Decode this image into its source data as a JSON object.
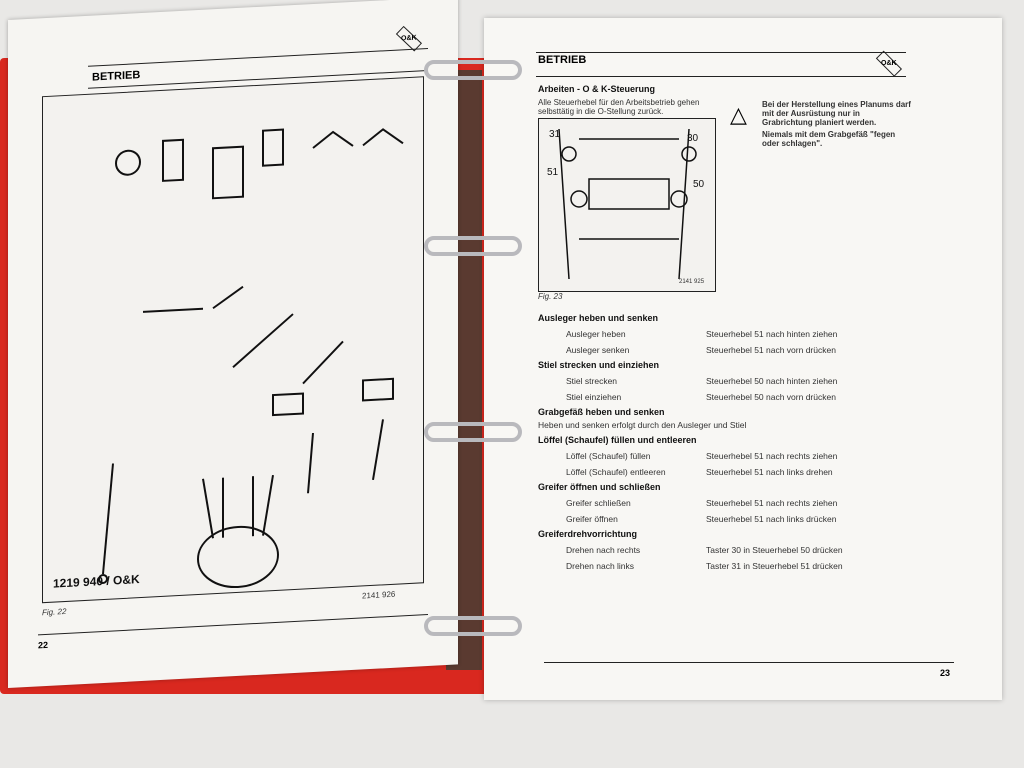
{
  "left_page": {
    "header": "BETRIEB",
    "logo": "O&K",
    "part_number": "1219 940 / O&K",
    "figure_label": "Fig. 22",
    "figure_code": "2141 926",
    "page_number": "22"
  },
  "right_page": {
    "header": "BETRIEB",
    "logo": "O&K",
    "section_title": "Arbeiten - O & K-Steuerung",
    "intro": "Alle Steuerhebel für den Arbeitsbetrieb gehen selbsttätig in die O-Stellung zurück.",
    "warning": [
      "Bei der Herstellung eines Planums darf mit der Ausrüstung nur in Grabrichtung planiert werden.",
      "Niemals mit dem Grabgefäß \"fegen oder schlagen\"."
    ],
    "figure_callouts": [
      "31",
      "30",
      "51",
      "50"
    ],
    "figure_label": "Fig. 23",
    "figure_code": "2141 925",
    "page_number": "23",
    "sections": [
      {
        "title": "Ausleger heben und senken",
        "rows": [
          [
            "Ausleger heben",
            "Steuerhebel 51 nach hinten ziehen"
          ],
          [
            "Ausleger senken",
            "Steuerhebel 51 nach vorn drücken"
          ]
        ]
      },
      {
        "title": "Stiel strecken und einziehen",
        "rows": [
          [
            "Stiel strecken",
            "Steuerhebel 50 nach hinten ziehen"
          ],
          [
            "Stiel einziehen",
            "Steuerhebel 50 nach vorn drücken"
          ]
        ]
      },
      {
        "title": "Grabgefäß heben und senken",
        "note": "Heben und senken erfolgt durch den Ausleger und Stiel",
        "rows": []
      },
      {
        "title": "Löffel (Schaufel) füllen und entleeren",
        "rows": [
          [
            "Löffel (Schaufel) füllen",
            "Steuerhebel 51 nach rechts ziehen"
          ],
          [
            "Löffel (Schaufel) entleeren",
            "Steuerhebel 51 nach links drehen"
          ]
        ]
      },
      {
        "title": "Greifer öffnen und schließen",
        "rows": [
          [
            "Greifer schließen",
            "Steuerhebel 51 nach rechts ziehen"
          ],
          [
            "Greifer öffnen",
            "Steuerhebel 51 nach links drücken"
          ]
        ]
      },
      {
        "title": "Greiferdrehvorrichtung",
        "rows": [
          [
            "Drehen nach rechts",
            "Taster 30 in Steuerhebel 50 drücken"
          ],
          [
            "Drehen nach links",
            "Taster 31 in Steuerhebel 51 drücken"
          ]
        ]
      }
    ]
  }
}
